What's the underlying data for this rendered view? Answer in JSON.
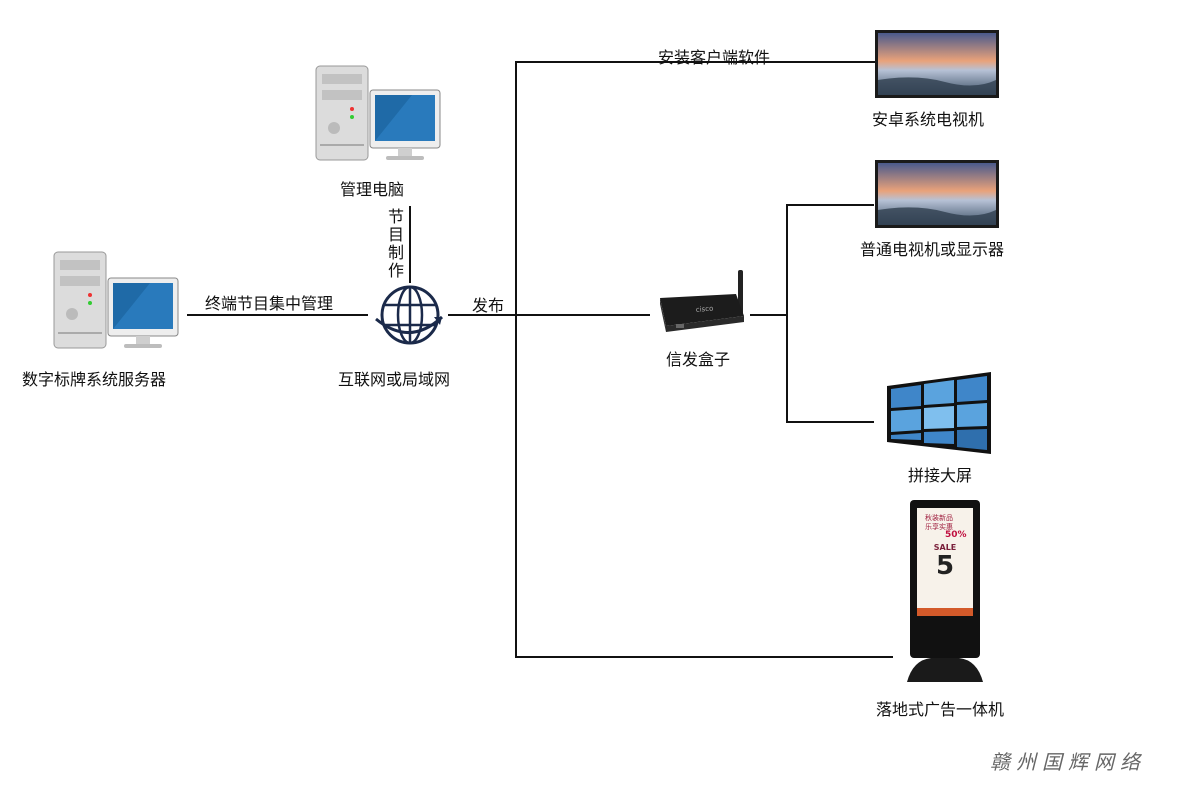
{
  "nodes": {
    "server": {
      "label": "数字标牌系统服务器"
    },
    "admin_pc": {
      "label": "管理电脑"
    },
    "internet": {
      "label": "互联网或局域网"
    },
    "box": {
      "label": "信发盒子",
      "brand": "cisco"
    },
    "android_tv": {
      "label": "安卓系统电视机"
    },
    "normal_tv": {
      "label": "普通电视机或显示器"
    },
    "video_wall": {
      "label": "拼接大屏"
    },
    "kiosk": {
      "label": "落地式广告一体机",
      "poster": {
        "line1": "秋装新品",
        "line2": "乐享实惠",
        "sale": "SALE",
        "percent": "50%",
        "big": "5"
      }
    }
  },
  "edges": {
    "server_internet": "终端节目集中管理",
    "pc_internet": "节目制作",
    "internet_box": "发布",
    "to_android": "安装客户端软件"
  },
  "watermark": "赣州国辉网络"
}
